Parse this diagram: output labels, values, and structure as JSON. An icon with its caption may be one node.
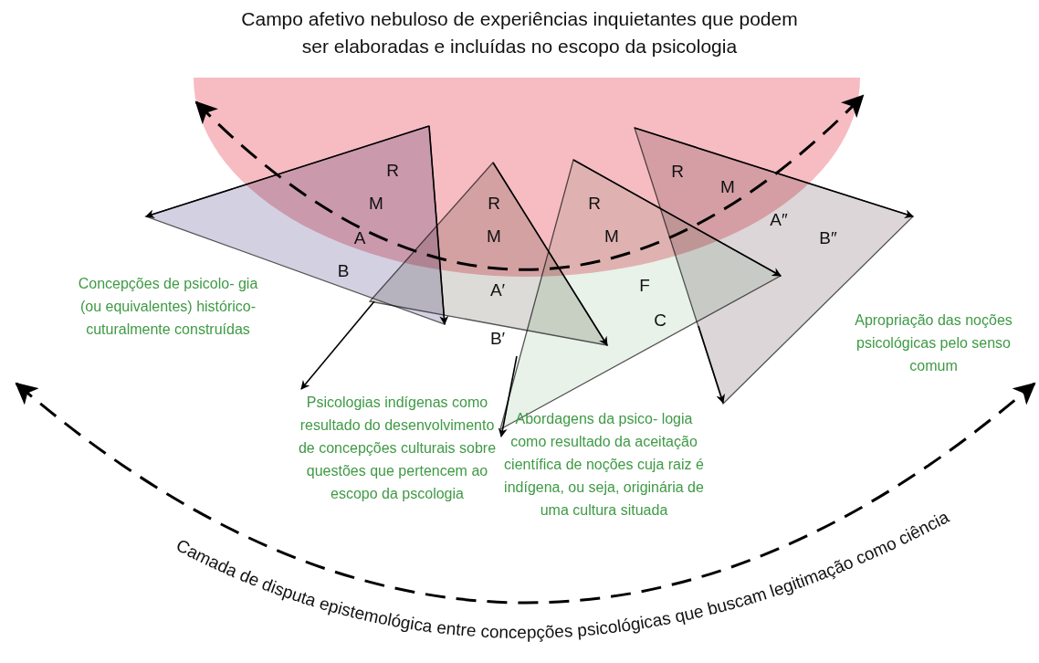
{
  "diagram": {
    "nodes": [
      {
        "text": [
          "Campo afetivo nebuloso de experiências inquietantes que podem ser elaboradas e incluídas no escopo da psicologia"
        ]
      },
      {
        "text": [
          "R",
          "M",
          "A",
          "B"
        ]
      },
      {
        "text": [
          "R",
          "M",
          "A′",
          "B′"
        ]
      },
      {
        "text": [
          "R",
          "M",
          "F",
          "C"
        ]
      },
      {
        "text": [
          "R",
          "M",
          "A″",
          "B″"
        ]
      },
      {
        "text": [
          "Psicologias indígenas como resultado do desenvolvimento de concepções culturais sobre questões que pertencem ao escopo da pscologia"
        ]
      },
      {
        "text": [
          "Abordagens da psico- logia como resultado da aceitação científica de noções cuja raiz é indígena, ou seja, originária de uma cultura situada"
        ]
      }
    ],
    "edges": [
      {
        "from": 2,
        "to": 5,
        "arrow": "to"
      },
      {
        "from": 3,
        "to": 6,
        "arrow": "to"
      },
      {
        "from": 3,
        "to": 4,
        "arrow": "to"
      }
    ],
    "labels": [
      "Concepções de psicolo- gia (ou equivalentes) histórico-cuturalmente construídas",
      "Apropriação das noções psicológicas pelo senso comum",
      "Camada de disputa epistemológica entre concepções psicológicas que buscam legitimação como ciência"
    ]
  }
}
